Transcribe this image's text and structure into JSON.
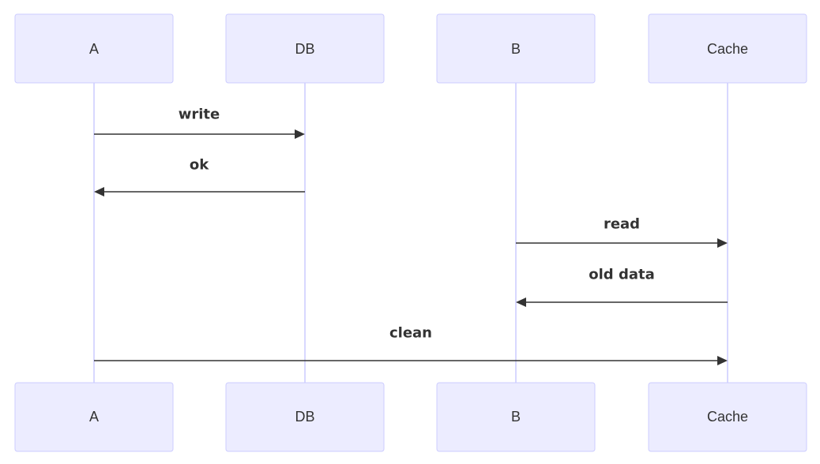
{
  "participants": [
    {
      "id": "A",
      "label": "A"
    },
    {
      "id": "DB",
      "label": "DB"
    },
    {
      "id": "B",
      "label": "B"
    },
    {
      "id": "Cache",
      "label": "Cache"
    }
  ],
  "messages": [
    {
      "from": "A",
      "to": "DB",
      "label": "write"
    },
    {
      "from": "DB",
      "to": "A",
      "label": "ok"
    },
    {
      "from": "B",
      "to": "Cache",
      "label": "read"
    },
    {
      "from": "Cache",
      "to": "B",
      "label": "old data"
    },
    {
      "from": "A",
      "to": "Cache",
      "label": "clean"
    }
  ],
  "colors": {
    "actor_fill": "#ECECFF",
    "actor_border": "#CCCCFF",
    "lifeline": "#CCCCFF",
    "arrow": "#333333",
    "text": "#333333"
  }
}
